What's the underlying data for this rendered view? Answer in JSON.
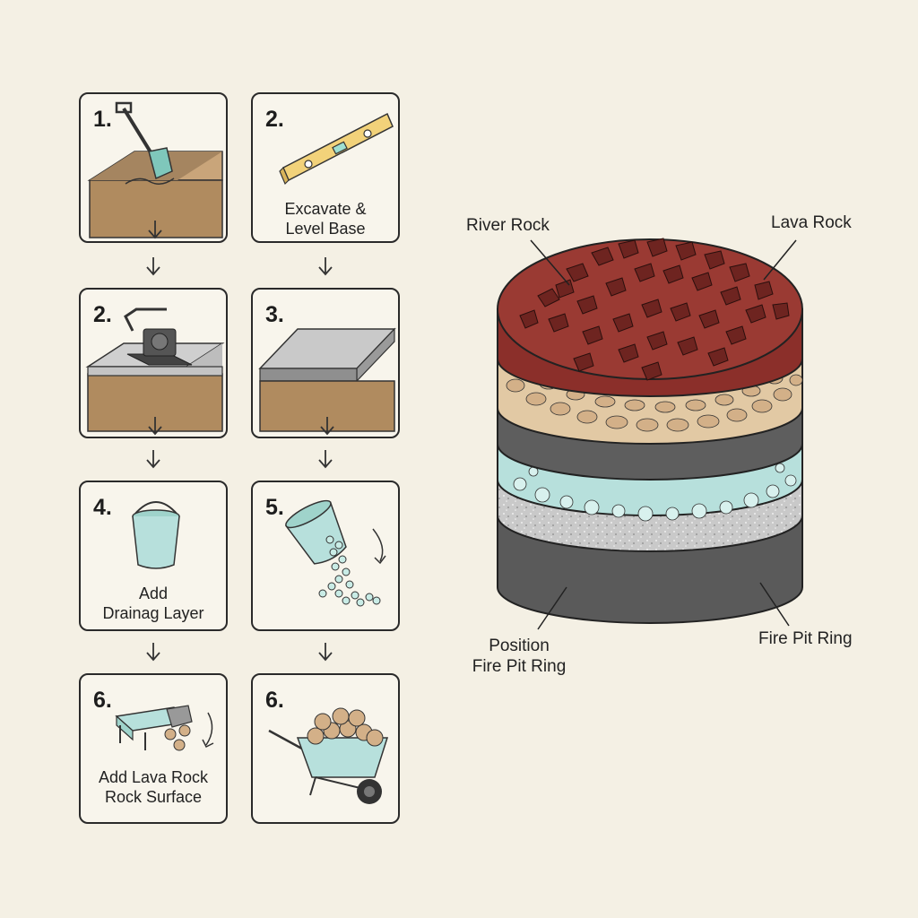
{
  "steps": [
    {
      "number": "1.",
      "caption_lines": []
    },
    {
      "number": "2.",
      "caption_lines": [
        "Excavate &",
        "Level Base"
      ]
    },
    {
      "number": "2.",
      "caption_lines": []
    },
    {
      "number": "3.",
      "caption_lines": []
    },
    {
      "number": "4.",
      "caption_lines": [
        "Add",
        "Drainag Layer"
      ]
    },
    {
      "number": "5.",
      "caption_lines": []
    },
    {
      "number": "6.",
      "caption_lines": [
        "Add Lava Rock",
        "Rock Surface"
      ]
    },
    {
      "number": "6.",
      "caption_lines": []
    }
  ],
  "layer_labels": {
    "river_rock": "River Rock",
    "lava_rock": "Lava Rock",
    "position_ring": [
      "Position",
      "Fire Pit Ring"
    ],
    "fire_pit_ring": "Fire Pit Ring"
  },
  "colors": {
    "background": "#f4f0e4",
    "soil": "#b08b5f",
    "gravel": "#c8c8c8",
    "teal": "#b7e0dc",
    "lava": "#8b2f2a",
    "tan_pebble": "#d3b088",
    "ring_gray": "#5a5a5a"
  }
}
